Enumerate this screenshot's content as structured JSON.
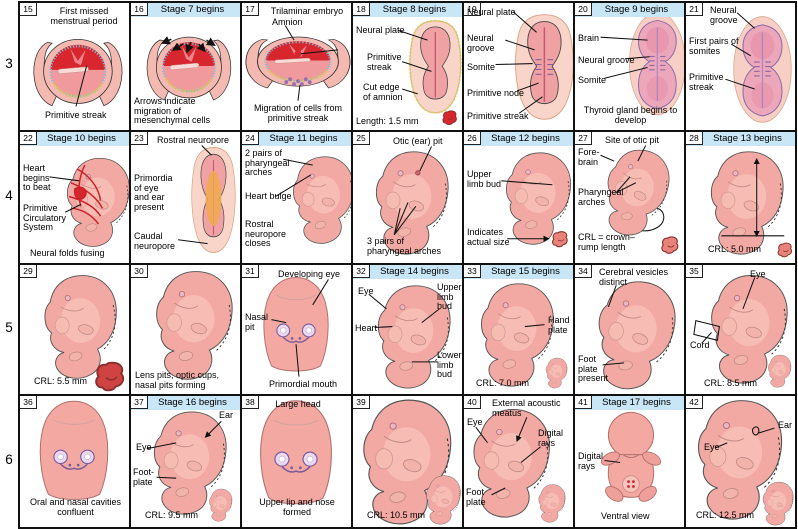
{
  "figure": {
    "row_labels": [
      "3",
      "4",
      "5",
      "6"
    ],
    "colors": {
      "stage_header_bg": "#c8e6f5",
      "embryo_pink": "#f3a9a3",
      "deep_red": "#d8262e",
      "dotted_blue": "#7bbedd",
      "yolk_yellow": "#e6c04e",
      "neural_purple": "#7a5b9c",
      "line_black": "#111111"
    },
    "panels": [
      {
        "num": "15",
        "stage": null,
        "labels": [
          "First missed menstrual period",
          "Primitive streak"
        ]
      },
      {
        "num": "16",
        "stage": "Stage 7 begins",
        "labels": [
          "Arrows indicate migration of mesenchymal cells"
        ]
      },
      {
        "num": "17",
        "stage": null,
        "labels": [
          "Trilaminar embryo",
          "Amnion",
          "Migration of cells from primitive streak"
        ]
      },
      {
        "num": "18",
        "stage": "Stage 8 begins",
        "labels": [
          "Neural plate",
          "Primitive streak",
          "Cut edge of amnion",
          "Length: 1.5 mm"
        ]
      },
      {
        "num": "19",
        "stage": null,
        "labels": [
          "Neural plate",
          "Neural groove",
          "Somite",
          "Primitive node",
          "Primitive streak"
        ]
      },
      {
        "num": "20",
        "stage": "Stage 9 begins",
        "labels": [
          "Brain",
          "Neural groove",
          "Somite",
          "Thyroid gland begins to develop"
        ]
      },
      {
        "num": "21",
        "stage": null,
        "labels": [
          "Neural groove",
          "First pairs of somites",
          "Primitive streak"
        ]
      },
      {
        "num": "22",
        "stage": "Stage 10 begins",
        "labels": [
          "Heart begins to beat",
          "Primitive Circulatory System",
          "Neural folds fusing"
        ]
      },
      {
        "num": "23",
        "stage": null,
        "labels": [
          "Rostral neuropore",
          "Primordia of eye and ear present",
          "Caudal neuropore"
        ]
      },
      {
        "num": "24",
        "stage": "Stage 11 begins",
        "labels": [
          "2 pairs of pharyngeal arches",
          "Heart bulge",
          "Rostral neuropore closes"
        ]
      },
      {
        "num": "25",
        "stage": null,
        "labels": [
          "Otic (ear) pit",
          "3 pairs of pharyngeal arches"
        ]
      },
      {
        "num": "26",
        "stage": "Stage 12 begins",
        "labels": [
          "Upper limb bud",
          "Indicates actual size"
        ]
      },
      {
        "num": "27",
        "stage": null,
        "labels": [
          "Site of otic pit",
          "Fore-brain",
          "Pharyngeal arches",
          "CRL = crown–rump length"
        ]
      },
      {
        "num": "28",
        "stage": "Stage 13 begins",
        "labels": [
          "CRL: 5.0 mm"
        ]
      },
      {
        "num": "29",
        "stage": null,
        "labels": [
          "CRL: 5.5 mm"
        ]
      },
      {
        "num": "30",
        "stage": null,
        "labels": [
          "Lens pits, optic cups, nasal pits forming"
        ]
      },
      {
        "num": "31",
        "stage": null,
        "labels": [
          "Developing eye",
          "Nasal pit",
          "Primordial mouth"
        ]
      },
      {
        "num": "32",
        "stage": "Stage 14 begins",
        "labels": [
          "Eye",
          "Upper limb bud",
          "Heart",
          "Lower limb bud"
        ]
      },
      {
        "num": "33",
        "stage": "Stage 15 begins",
        "labels": [
          "Hand plate",
          "CRL: 7.0 mm"
        ]
      },
      {
        "num": "34",
        "stage": null,
        "labels": [
          "Cerebral vesicles distinct",
          "Foot plate present"
        ]
      },
      {
        "num": "35",
        "stage": null,
        "labels": [
          "Eye",
          "Cord",
          "CRL: 8.5 mm"
        ]
      },
      {
        "num": "36",
        "stage": null,
        "labels": [
          "Oral and nasal cavities confluent"
        ]
      },
      {
        "num": "37",
        "stage": "Stage 16 begins",
        "labels": [
          "Ear",
          "Eye",
          "Foot-plate",
          "CRL: 9.5 mm"
        ]
      },
      {
        "num": "38",
        "stage": null,
        "labels": [
          "Large head",
          "Upper lip and nose formed"
        ]
      },
      {
        "num": "39",
        "stage": null,
        "labels": [
          "CRL: 10.5 mm"
        ]
      },
      {
        "num": "40",
        "stage": null,
        "labels": [
          "External acoustic meatus",
          "Eye",
          "Digital rays",
          "Foot plate"
        ]
      },
      {
        "num": "41",
        "stage": "Stage 17 begins",
        "labels": [
          "Digital rays",
          "Ventral view"
        ]
      },
      {
        "num": "42",
        "stage": null,
        "labels": [
          "Ear",
          "Eye",
          "CRL: 12.5 mm"
        ]
      }
    ]
  }
}
